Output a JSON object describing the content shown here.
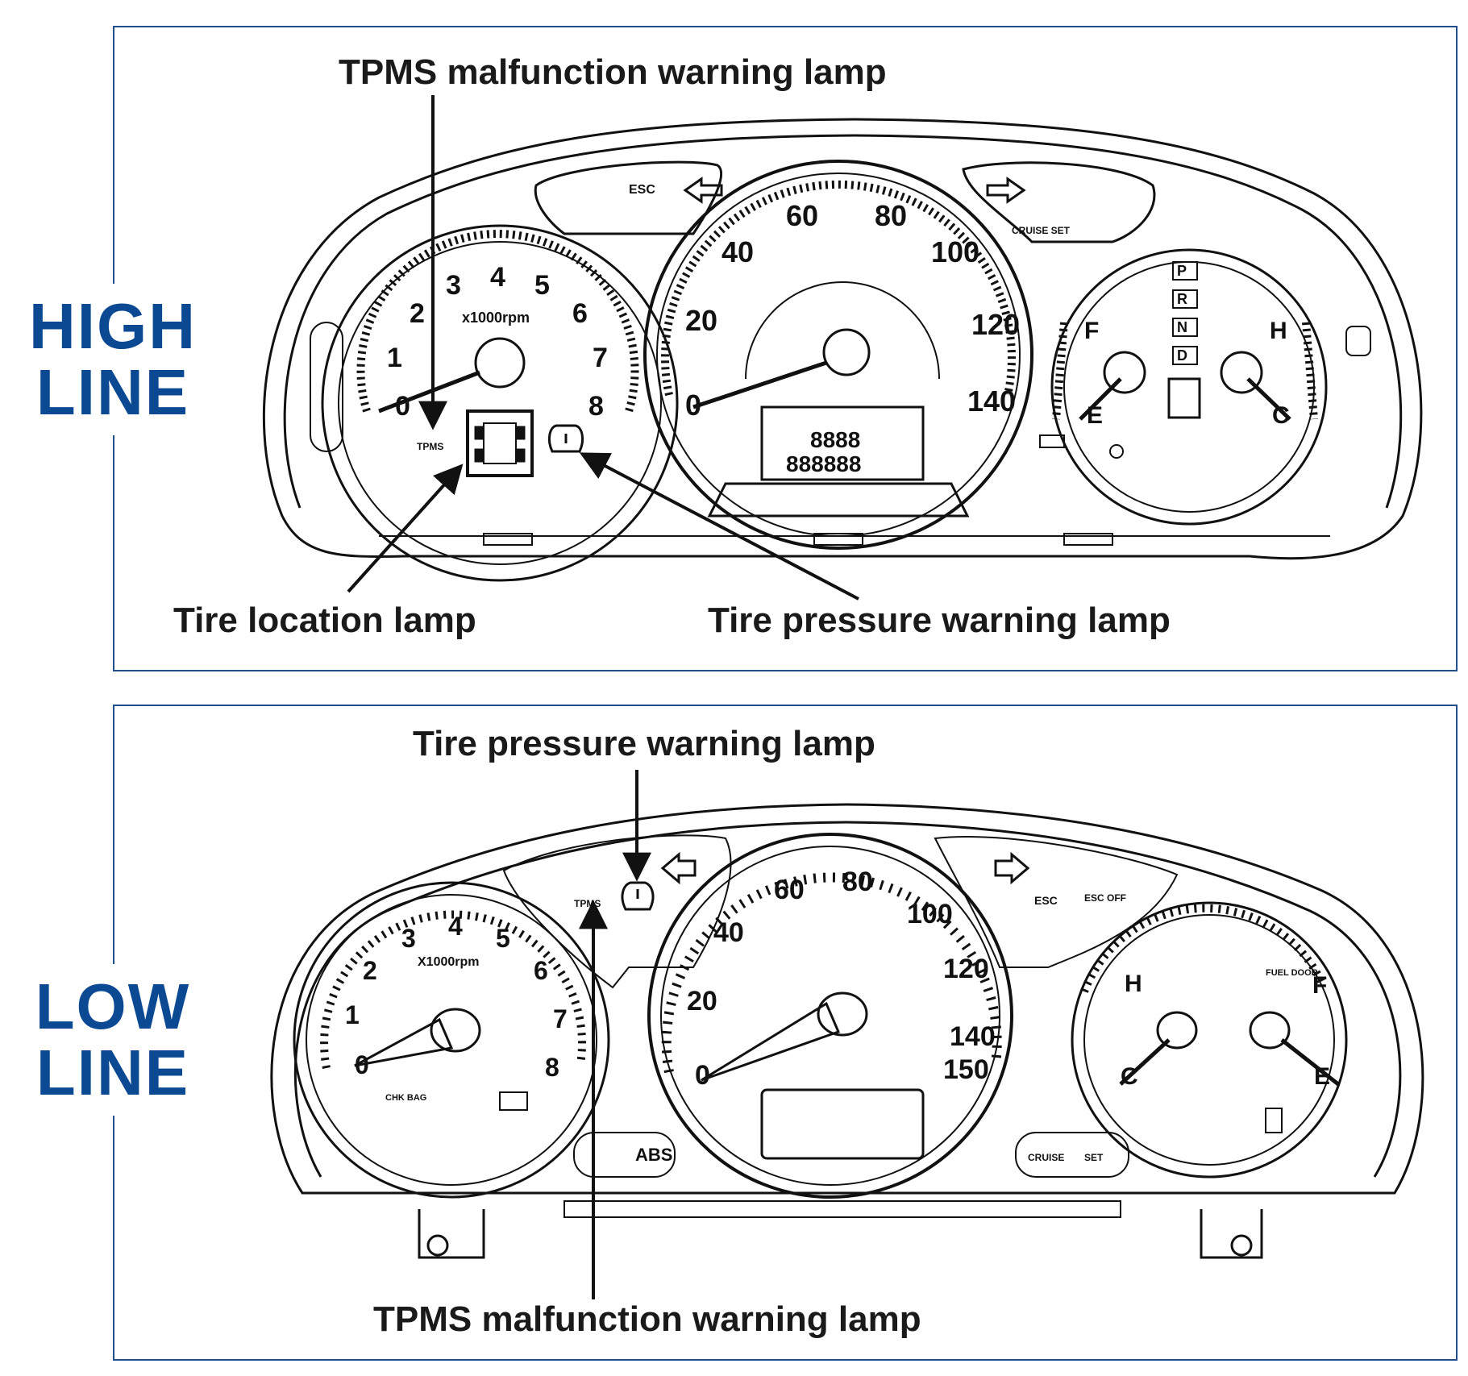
{
  "high_line": {
    "label_line1": "HIGH",
    "label_line2": "LINE",
    "callouts": {
      "tpms_malfunction": "TPMS malfunction warning lamp",
      "tire_location": "Tire location lamp",
      "tire_pressure": "Tire pressure warning lamp"
    },
    "tach": {
      "ticks": [
        "0",
        "1",
        "2",
        "3",
        "4",
        "5",
        "6",
        "7",
        "8"
      ],
      "unit": "x1000rpm"
    },
    "speedo": {
      "ticks": [
        "0",
        "20",
        "40",
        "60",
        "80",
        "100",
        "120",
        "140"
      ]
    },
    "gears": [
      "P",
      "R",
      "N",
      "D"
    ],
    "gauge_marks": {
      "fuel_full": "F",
      "fuel_empty": "E",
      "temp_hot": "H",
      "temp_cold": "C"
    },
    "lamp_texts": {
      "tpms": "TPMS",
      "esc": "ESC",
      "cruise": "CRUISE SET",
      "lcd_digits_1": "8888",
      "lcd_digits_2": "888888"
    }
  },
  "low_line": {
    "label_line1": "LOW",
    "label_line2": "LINE",
    "callouts": {
      "tire_pressure": "Tire pressure warning lamp",
      "tpms_malfunction": "TPMS malfunction warning lamp"
    },
    "tach": {
      "ticks": [
        "0",
        "1",
        "2",
        "3",
        "4",
        "5",
        "6",
        "7",
        "8"
      ],
      "unit": "X1000rpm"
    },
    "speedo": {
      "ticks": [
        "0",
        "20",
        "40",
        "60",
        "80",
        "100",
        "120",
        "140",
        "150"
      ]
    },
    "gauge_marks": {
      "temp_hot": "H",
      "temp_cold": "C",
      "fuel_full": "F",
      "fuel_empty": "E",
      "fuel_door": "FUEL DOOR"
    },
    "lamp_texts": {
      "tpms": "TPMS",
      "esc": "ESC",
      "esc_off": "ESC OFF",
      "abs": "ABS",
      "cruise": "CRUISE",
      "set": "SET",
      "airbag": "CHK BAG"
    }
  }
}
